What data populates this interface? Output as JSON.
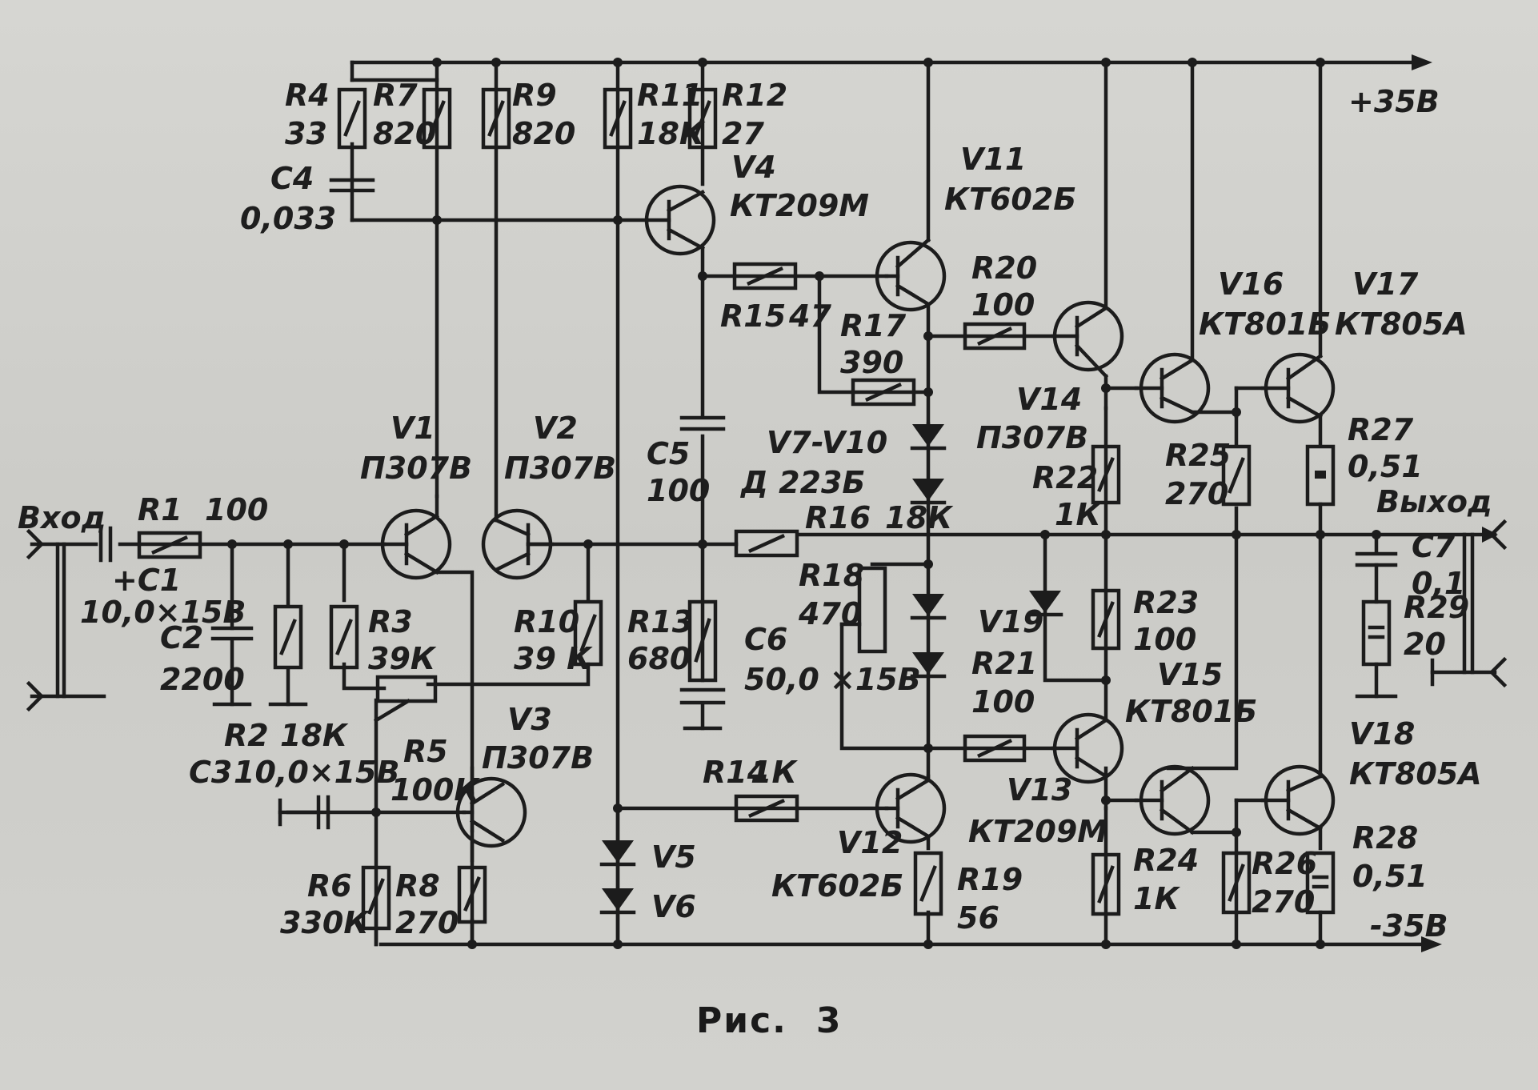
{
  "caption": {
    "prefix": "Рис.",
    "number": "3"
  },
  "rails": {
    "positive": "+35В",
    "negative": "-35В"
  },
  "ports": {
    "input": "Вход",
    "output": "Выход"
  },
  "components": [
    {
      "id": "R1",
      "type": "resistor",
      "designator": "R1",
      "value": "100"
    },
    {
      "id": "C1",
      "type": "capacitor-polar",
      "designator": "+C1",
      "value": "10,0×15В"
    },
    {
      "id": "C2",
      "type": "capacitor",
      "designator": "C2",
      "value": "2200"
    },
    {
      "id": "R2",
      "type": "resistor",
      "designator": "R2",
      "value": "18К"
    },
    {
      "id": "C3",
      "type": "capacitor-polar",
      "designator": "C3",
      "value": "10,0×15В"
    },
    {
      "id": "R3",
      "type": "resistor",
      "designator": "R3",
      "value": "39К"
    },
    {
      "id": "R4",
      "type": "resistor",
      "designator": "R4",
      "value": "33"
    },
    {
      "id": "C4",
      "type": "capacitor",
      "designator": "C4",
      "value": "0,033"
    },
    {
      "id": "R5",
      "type": "potentiometer",
      "designator": "R5",
      "value": "100К"
    },
    {
      "id": "R6",
      "type": "resistor",
      "designator": "R6",
      "value": "330К"
    },
    {
      "id": "R7",
      "type": "resistor",
      "designator": "R7",
      "value": "820"
    },
    {
      "id": "R8",
      "type": "resistor",
      "designator": "R8",
      "value": "270"
    },
    {
      "id": "R9",
      "type": "resistor",
      "designator": "R9",
      "value": "820"
    },
    {
      "id": "R10",
      "type": "resistor",
      "designator": "R10",
      "value": "39 К"
    },
    {
      "id": "R11",
      "type": "resistor",
      "designator": "R11",
      "value": "18К"
    },
    {
      "id": "R12",
      "type": "resistor",
      "designator": "R12",
      "value": "27"
    },
    {
      "id": "R13",
      "type": "resistor",
      "designator": "R13",
      "value": "680"
    },
    {
      "id": "C5",
      "type": "capacitor",
      "designator": "C5",
      "value": "100"
    },
    {
      "id": "C6",
      "type": "capacitor-polar",
      "designator": "C6",
      "value": "50,0 ×15В"
    },
    {
      "id": "R14",
      "type": "resistor",
      "designator": "R14",
      "value": "1К"
    },
    {
      "id": "R15",
      "type": "resistor",
      "designator": "R15",
      "value": "47"
    },
    {
      "id": "R16",
      "type": "resistor",
      "designator": "R16",
      "value": "18К"
    },
    {
      "id": "R17",
      "type": "resistor",
      "designator": "R17",
      "value": "390"
    },
    {
      "id": "R18",
      "type": "potentiometer",
      "designator": "R18",
      "value": "470"
    },
    {
      "id": "R19",
      "type": "resistor",
      "designator": "R19",
      "value": "56"
    },
    {
      "id": "R20",
      "type": "resistor",
      "designator": "R20",
      "value": "100"
    },
    {
      "id": "R21",
      "type": "resistor",
      "designator": "R21",
      "value": "100"
    },
    {
      "id": "R22",
      "type": "resistor",
      "designator": "R22",
      "value": "1К"
    },
    {
      "id": "R23",
      "type": "resistor",
      "designator": "R23",
      "value": "100"
    },
    {
      "id": "R24",
      "type": "resistor",
      "designator": "R24",
      "value": "1К"
    },
    {
      "id": "R25",
      "type": "resistor",
      "designator": "R25",
      "value": "270"
    },
    {
      "id": "R26",
      "type": "resistor",
      "designator": "R26",
      "value": "270"
    },
    {
      "id": "R27",
      "type": "resistor",
      "designator": "R27",
      "value": "0,51"
    },
    {
      "id": "R28",
      "type": "resistor",
      "designator": "R28",
      "value": "0,51"
    },
    {
      "id": "R29",
      "type": "resistor",
      "designator": "R29",
      "value": "20"
    },
    {
      "id": "C7",
      "type": "capacitor",
      "designator": "C7",
      "value": "0,1"
    },
    {
      "id": "V1",
      "type": "transistor-pnp",
      "designator": "V1",
      "value": "П307В"
    },
    {
      "id": "V2",
      "type": "transistor-npn",
      "designator": "V2",
      "value": "П307В"
    },
    {
      "id": "V3",
      "type": "transistor-npn",
      "designator": "V3",
      "value": "П307В"
    },
    {
      "id": "V4",
      "type": "transistor-pnp",
      "designator": "V4",
      "value": "КТ209М"
    },
    {
      "id": "V5",
      "type": "diode",
      "designator": "V5",
      "value": ""
    },
    {
      "id": "V6",
      "type": "diode",
      "designator": "V6",
      "value": ""
    },
    {
      "id": "V7V10",
      "type": "diode-chain",
      "designator": "V7-V10",
      "value": "Д 223Б"
    },
    {
      "id": "V11",
      "type": "transistor-npn",
      "designator": "V11",
      "value": "КТ602Б"
    },
    {
      "id": "V12",
      "type": "transistor-npn",
      "designator": "V12",
      "value": "КТ602Б"
    },
    {
      "id": "V13",
      "type": "transistor-pnp",
      "designator": "V13",
      "value": "КТ209М"
    },
    {
      "id": "V14",
      "type": "transistor-npn",
      "designator": "V14",
      "value": "П307В"
    },
    {
      "id": "V15",
      "type": "transistor-npn",
      "designator": "V15",
      "value": "КТ801Б"
    },
    {
      "id": "V16",
      "type": "transistor-npn",
      "designator": "V16",
      "value": "КТ801Б"
    },
    {
      "id": "V17",
      "type": "transistor-npn",
      "designator": "V17",
      "value": "КТ805А"
    },
    {
      "id": "V18",
      "type": "transistor-npn",
      "designator": "V18",
      "value": "КТ805А"
    },
    {
      "id": "V19",
      "type": "diode",
      "designator": "V19",
      "value": ""
    }
  ]
}
